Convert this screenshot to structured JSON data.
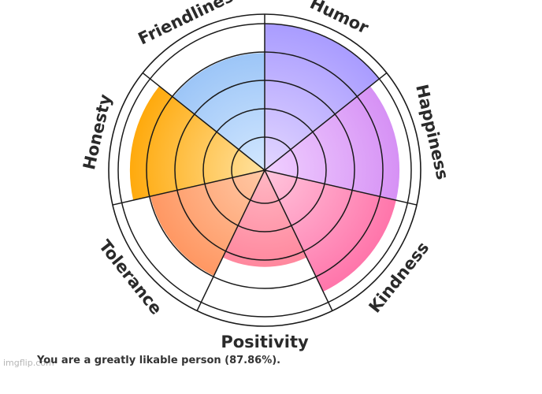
{
  "chart_data": {
    "type": "polar_area",
    "ring_count": 5,
    "max_value": 5,
    "series": [
      {
        "category": "Humor",
        "value": 5,
        "color_inner": "#e3d6ff",
        "color_outer": "#a99cff"
      },
      {
        "category": "Happiness",
        "value": 4.6,
        "color_inner": "#f0d0ff",
        "color_outer": "#d48cf4"
      },
      {
        "category": "Kindness",
        "value": 4.6,
        "color_inner": "#ffc6dd",
        "color_outer": "#ff6ea6"
      },
      {
        "category": "Positivity",
        "value": 3.3,
        "color_inner": "#ffb8c4",
        "color_outer": "#ff6f8a"
      },
      {
        "category": "Tolerance",
        "value": 4.0,
        "color_inner": "#ffc9a6",
        "color_outer": "#ff8b52"
      },
      {
        "category": "Honesty",
        "value": 4.6,
        "color_inner": "#ffe2a0",
        "color_outer": "#ffa500"
      },
      {
        "category": "Friendliness",
        "value": 4.0,
        "color_inner": "#d2e7ff",
        "color_outer": "#8fbdf5"
      }
    ]
  },
  "result_text": "You are a greatly likable person (87.86%).",
  "watermark": "imgflip.com"
}
